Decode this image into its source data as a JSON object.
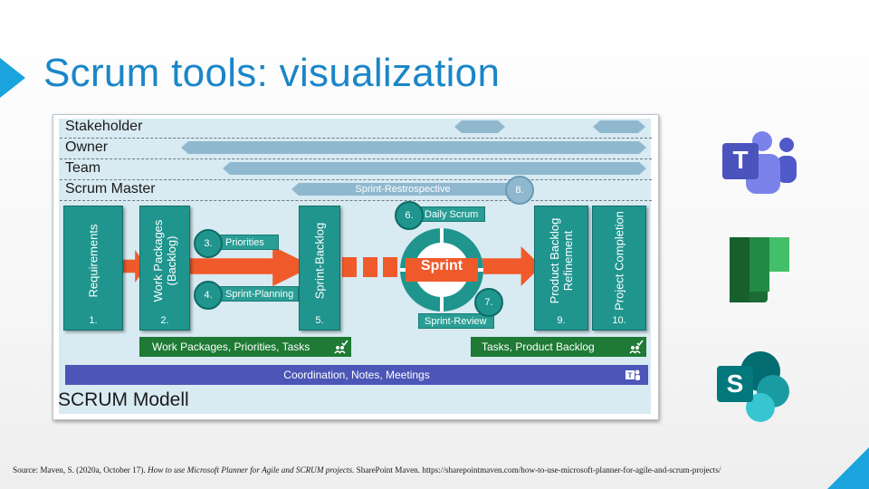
{
  "slide": {
    "title": "Scrum tools: visualization",
    "accent_color": "#1aa3dc"
  },
  "diagram": {
    "rows": [
      "Stakeholder",
      "Owner",
      "Team",
      "Scrum Master"
    ],
    "retrospective_label": "Sprint-Restrospective",
    "boxes": [
      {
        "label": "Requirements",
        "number": "1."
      },
      {
        "label": "Work Packages\n(Backlog)",
        "number": "2."
      },
      {
        "label": "Sprint-Backlog",
        "number": "5."
      },
      {
        "label": "Product Backlog\nRefinement",
        "number": "9."
      },
      {
        "label": "Project Completion",
        "number": "10."
      }
    ],
    "steps": [
      {
        "number": "3.",
        "label": "Priorities"
      },
      {
        "number": "4.",
        "label": "Sprint-Planning"
      },
      {
        "number": "6.",
        "label": "Daily Scrum"
      },
      {
        "number": "7.",
        "label": "Sprint-Review"
      },
      {
        "number": "8.",
        "label": ""
      }
    ],
    "sprint_label": "Sprint",
    "green_bars": [
      "Work Packages, Priorities, Tasks",
      "Tasks, Product Backlog"
    ],
    "purple_bar": "Coordination, Notes, Meetings",
    "model_label": "SCRUM Modell",
    "colors": {
      "teal": "#1f958e",
      "arrow": "#f05a2b",
      "band": "#8fb8cf",
      "green": "#1e7a34",
      "purple": "#4b56b7"
    }
  },
  "apps": [
    {
      "icon": "microsoft-teams-icon",
      "letter": "T"
    },
    {
      "icon": "microsoft-planner-icon",
      "letter": ""
    },
    {
      "icon": "microsoft-sharepoint-icon",
      "letter": "S"
    }
  ],
  "source": {
    "prefix": "Source: Maven, S. (2020a, October 17). ",
    "title": "How to use Microsoft Planner for Agile and SCRUM projects",
    "suffix": ". SharePoint Maven. https://sharepointmaven.com/how-to-use-microsoft-planner-for-agile-and-scrum-projects/"
  }
}
